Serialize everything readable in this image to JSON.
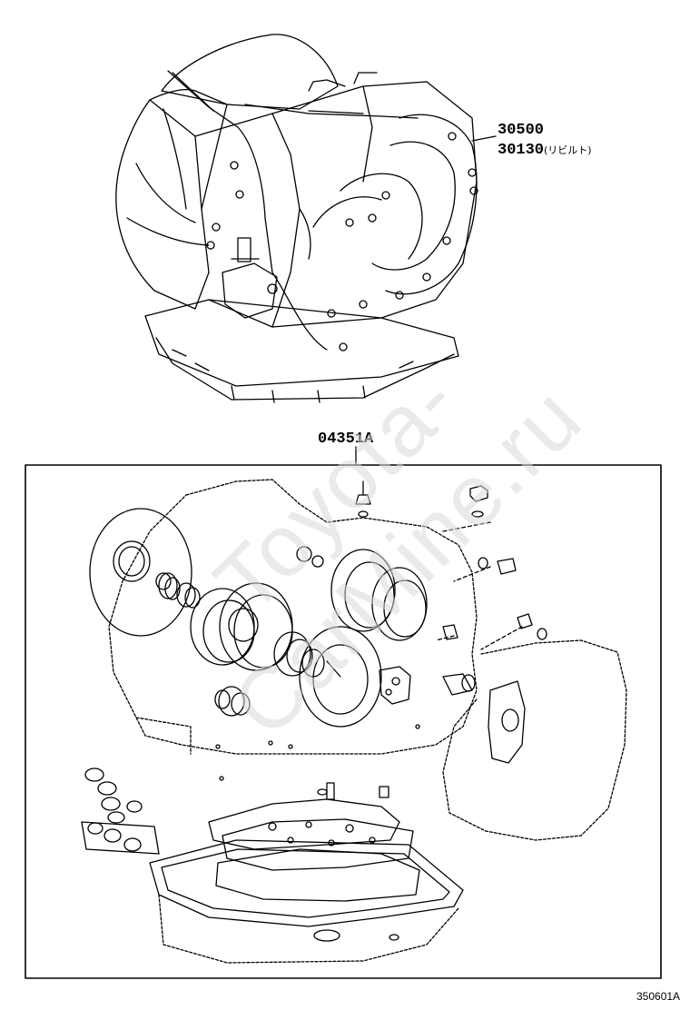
{
  "parts": {
    "assembly_number": "30500",
    "rebuilt_number": "30130",
    "rebuilt_note": "(リビルト)",
    "gasket_kit_number": "04351A"
  },
  "figure_code": "350601A",
  "watermark": "Toyota-CarMine.ru"
}
